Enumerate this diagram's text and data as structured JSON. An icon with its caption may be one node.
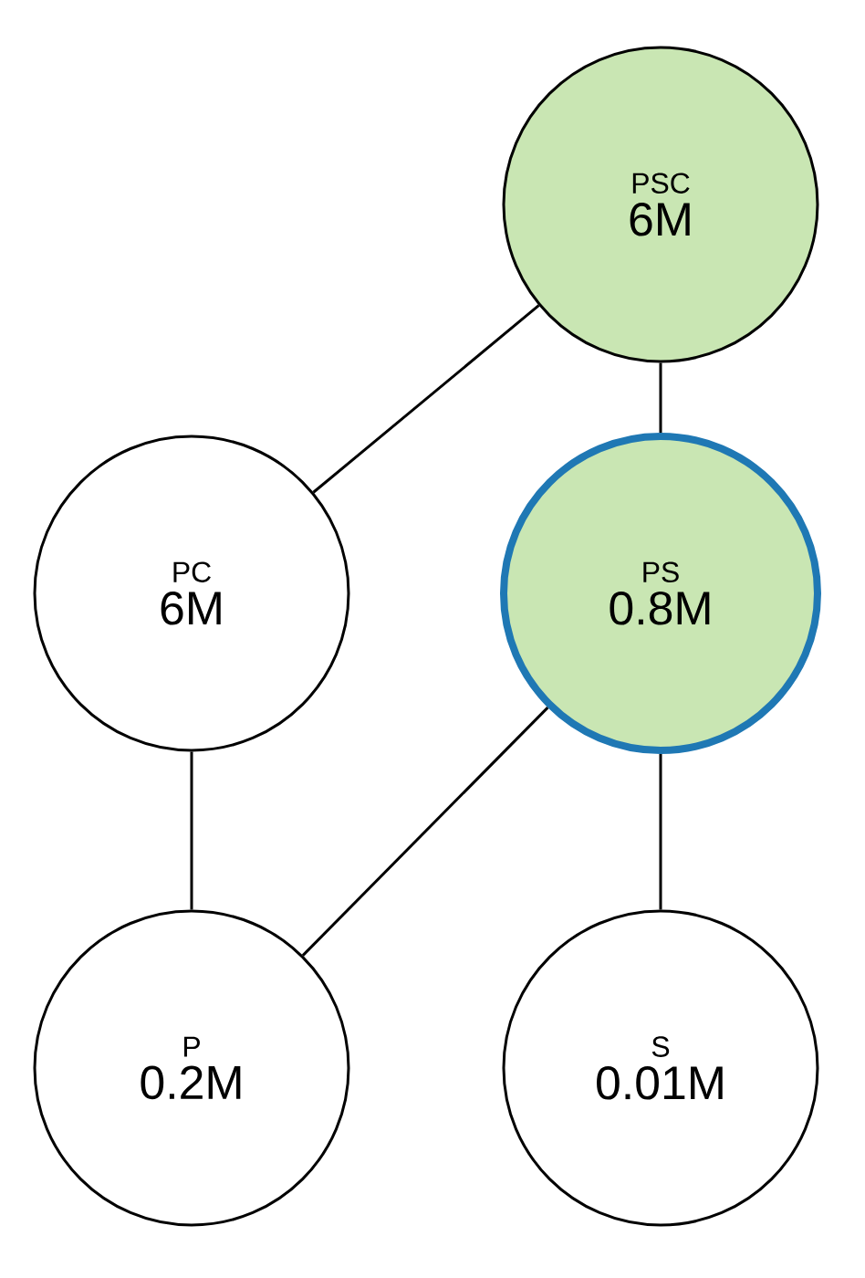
{
  "diagram": {
    "nodes": [
      {
        "text": [
          "PSC",
          "6M"
        ]
      },
      {
        "text": [
          "PC",
          "6M"
        ]
      },
      {
        "text": [
          "PS",
          "0.8M"
        ]
      },
      {
        "text": [
          "P",
          "0.2M"
        ]
      },
      {
        "text": [
          "S",
          "0.01M"
        ]
      }
    ],
    "edges": [
      {
        "from": 0,
        "to": 1,
        "arrow": "none"
      },
      {
        "from": 0,
        "to": 2,
        "arrow": "none"
      },
      {
        "from": 1,
        "to": 3,
        "arrow": "none"
      },
      {
        "from": 2,
        "to": 3,
        "arrow": "none"
      },
      {
        "from": 2,
        "to": 4,
        "arrow": "none"
      }
    ]
  }
}
